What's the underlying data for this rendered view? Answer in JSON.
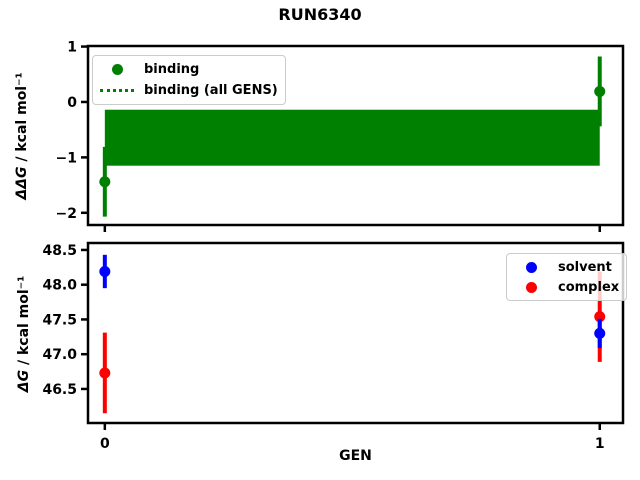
{
  "suptitle": "RUN6340",
  "axis_color": "#000000",
  "chart_data": [
    {
      "type": "scatter",
      "xlabel": "",
      "ylabel_math": "ΔΔG",
      "ylabel_units": " / kcal mol⁻¹",
      "xlim": [
        -0.034,
        1.047
      ],
      "ylim": [
        -2.22,
        1.01
      ],
      "grid": false,
      "yticks": [
        {
          "value": 1,
          "label": "1"
        },
        {
          "value": 0,
          "label": "0"
        },
        {
          "value": -1,
          "label": "−1"
        },
        {
          "value": -2,
          "label": "−2"
        }
      ],
      "xticks": [
        {
          "value": 0,
          "label": "0"
        },
        {
          "value": 1,
          "label": "1"
        }
      ],
      "show_xticklabels": false,
      "band": {
        "x_start": 0,
        "x_end": 1,
        "y_top": -0.14,
        "y_bottom": -1.15,
        "color": "#008000"
      },
      "series": [
        {
          "name": "binding",
          "color": "#008000",
          "x": [
            0,
            1
          ],
          "y": [
            -1.44,
            0.19
          ],
          "yerr": [
            0.63,
            0.63
          ]
        }
      ],
      "legend": {
        "position": "upper left",
        "entries": [
          {
            "label": "binding",
            "handle": "dot",
            "color": "#008000"
          },
          {
            "label": "binding (all GENS)",
            "handle": "dotted-line",
            "color": "#008000"
          }
        ]
      }
    },
    {
      "type": "scatter",
      "xlabel": "GEN",
      "ylabel_math": "ΔG",
      "ylabel_units": " / kcal mol⁻¹",
      "xlim": [
        -0.034,
        1.047
      ],
      "ylim": [
        46.01,
        48.6
      ],
      "grid": false,
      "yticks": [
        {
          "value": 48.5,
          "label": "48.5"
        },
        {
          "value": 48.0,
          "label": "48.0"
        },
        {
          "value": 47.5,
          "label": "47.5"
        },
        {
          "value": 47.0,
          "label": "47.0"
        },
        {
          "value": 46.5,
          "label": "46.5"
        }
      ],
      "xticks": [
        {
          "value": 0,
          "label": "0"
        },
        {
          "value": 1,
          "label": "1"
        }
      ],
      "show_xticklabels": true,
      "band": null,
      "series": [
        {
          "name": "complex",
          "color": "#ff0000",
          "x": [
            0,
            1
          ],
          "y": [
            46.73,
            47.54
          ],
          "yerr": [
            0.58,
            0.65
          ]
        },
        {
          "name": "solvent",
          "color": "#0000ff",
          "x": [
            0,
            1
          ],
          "y": [
            48.19,
            47.3
          ],
          "yerr": [
            0.24,
            0.21
          ]
        }
      ],
      "legend": {
        "position": "upper right",
        "entries": [
          {
            "label": "solvent",
            "handle": "dot",
            "color": "#0000ff"
          },
          {
            "label": "complex",
            "handle": "dot",
            "color": "#ff0000"
          }
        ]
      }
    }
  ]
}
